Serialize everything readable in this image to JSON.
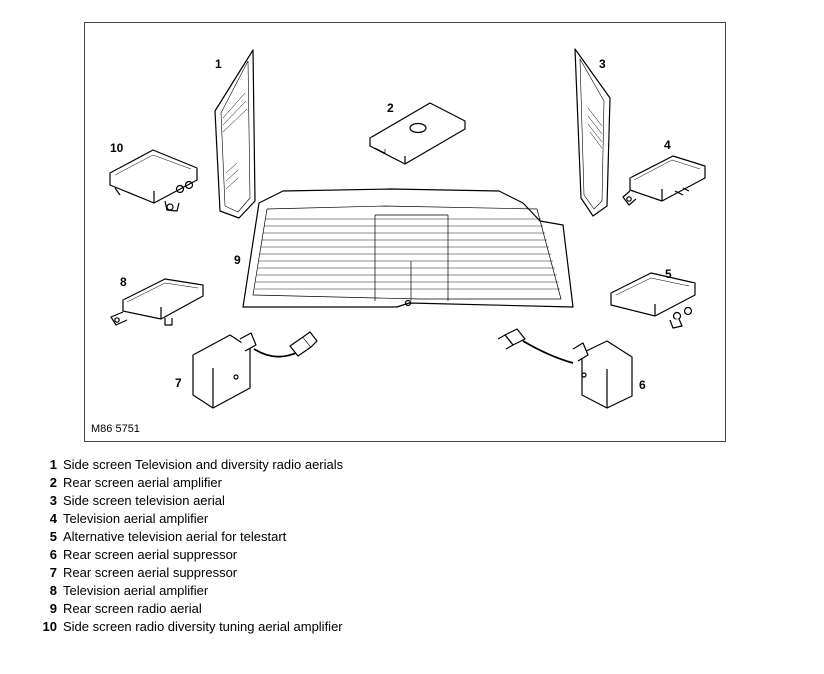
{
  "figure": {
    "id_label": "M86 5751",
    "callouts": [
      "1",
      "2",
      "3",
      "4",
      "5",
      "6",
      "7",
      "8",
      "9",
      "10"
    ]
  },
  "legend": [
    {
      "num": "1",
      "text": "Side screen Television and diversity radio aerials"
    },
    {
      "num": "2",
      "text": "Rear screen aerial amplifier"
    },
    {
      "num": "3",
      "text": "Side screen television aerial"
    },
    {
      "num": "4",
      "text": "Television aerial amplifier"
    },
    {
      "num": "5",
      "text": "Alternative television aerial for telestart"
    },
    {
      "num": "6",
      "text": "Rear screen aerial suppressor"
    },
    {
      "num": "7",
      "text": "Rear screen aerial suppressor"
    },
    {
      "num": "8",
      "text": "Television aerial amplifier"
    },
    {
      "num": "9",
      "text": "Rear screen radio aerial"
    },
    {
      "num": "10",
      "text": "Side screen radio diversity tuning aerial amplifier"
    }
  ]
}
